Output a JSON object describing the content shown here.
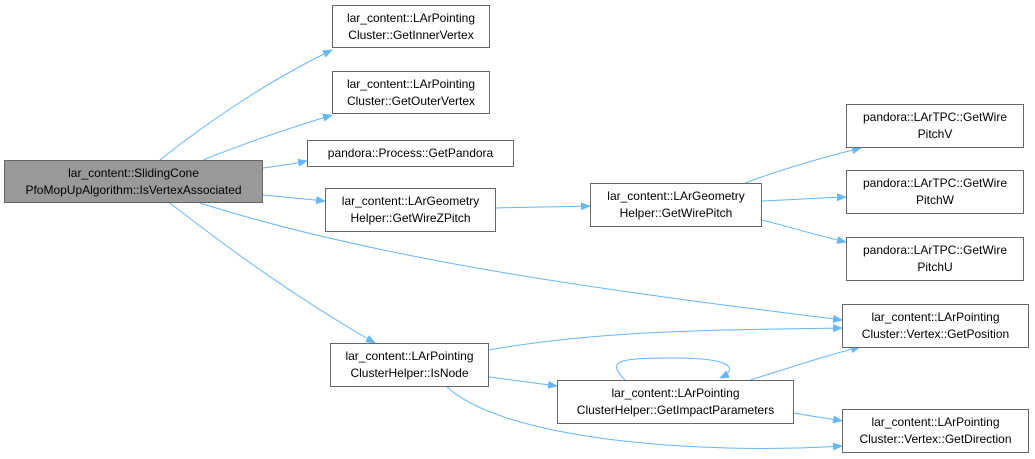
{
  "colors": {
    "edge": "#63b8ff",
    "node_border": "#666666",
    "root_fill": "#999999",
    "node_fill": "#ffffff"
  },
  "nodes": {
    "root": [
      "lar_content::SlidingCone",
      "PfoMopUpAlgorithm::IsVertexAssociated"
    ],
    "get_inner_vertex": [
      "lar_content::LArPointing",
      "Cluster::GetInnerVertex"
    ],
    "get_outer_vertex": [
      "lar_content::LArPointing",
      "Cluster::GetOuterVertex"
    ],
    "get_pandora": [
      "pandora::Process::GetPandora"
    ],
    "get_wire_z_pitch": [
      "lar_content::LArGeometry",
      "Helper::GetWireZPitch"
    ],
    "get_wire_pitch": [
      "lar_content::LArGeometry",
      "Helper::GetWirePitch"
    ],
    "pitch_v": [
      "pandora::LArTPC::GetWire",
      "PitchV"
    ],
    "pitch_w": [
      "pandora::LArTPC::GetWire",
      "PitchW"
    ],
    "pitch_u": [
      "pandora::LArTPC::GetWire",
      "PitchU"
    ],
    "get_position": [
      "lar_content::LArPointing",
      "Cluster::Vertex::GetPosition"
    ],
    "is_node": [
      "lar_content::LArPointing",
      "ClusterHelper::IsNode"
    ],
    "get_impact_parameters": [
      "lar_content::LArPointing",
      "ClusterHelper::GetImpactParameters"
    ],
    "get_direction": [
      "lar_content::LArPointing",
      "Cluster::Vertex::GetDirection"
    ]
  }
}
